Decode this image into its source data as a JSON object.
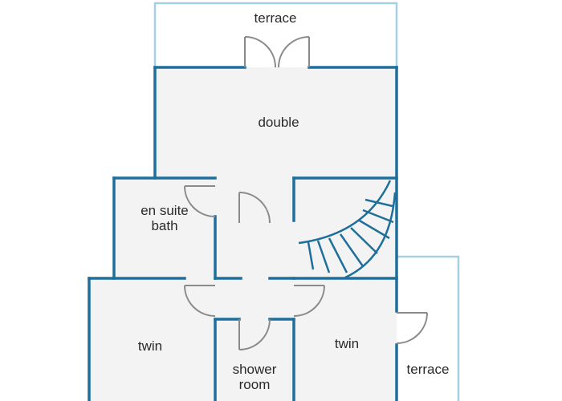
{
  "colors": {
    "wall": "#1e6f9b",
    "terrace_outline": "#a7cfe4",
    "floor": "#f3f3f3",
    "background": "#ffffff",
    "door": "#8a8a8a",
    "stairs": "#1e6f9b",
    "text": "#2a2a2a"
  },
  "rooms": {
    "terrace_top": {
      "label": "terrace"
    },
    "double": {
      "label": "double"
    },
    "ensuite": {
      "label_line1": "en suite",
      "label_line2": "bath"
    },
    "twin_left": {
      "label": "twin"
    },
    "shower": {
      "label_line1": "shower",
      "label_line2": "room"
    },
    "twin_right": {
      "label": "twin"
    },
    "terrace_right": {
      "label": "terrace"
    }
  },
  "icons": {
    "stairs": "stairs-icon",
    "door": "door-swing-icon",
    "double_door": "double-door-icon"
  }
}
